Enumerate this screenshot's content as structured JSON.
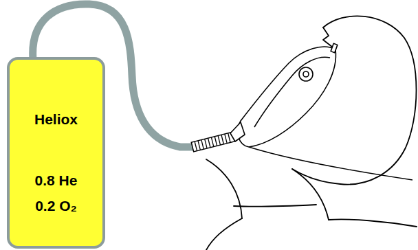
{
  "diagram": {
    "nodes": [
      {
        "text": [
          "Heliox",
          "0.8 He",
          "0.2 O₂"
        ]
      }
    ]
  }
}
